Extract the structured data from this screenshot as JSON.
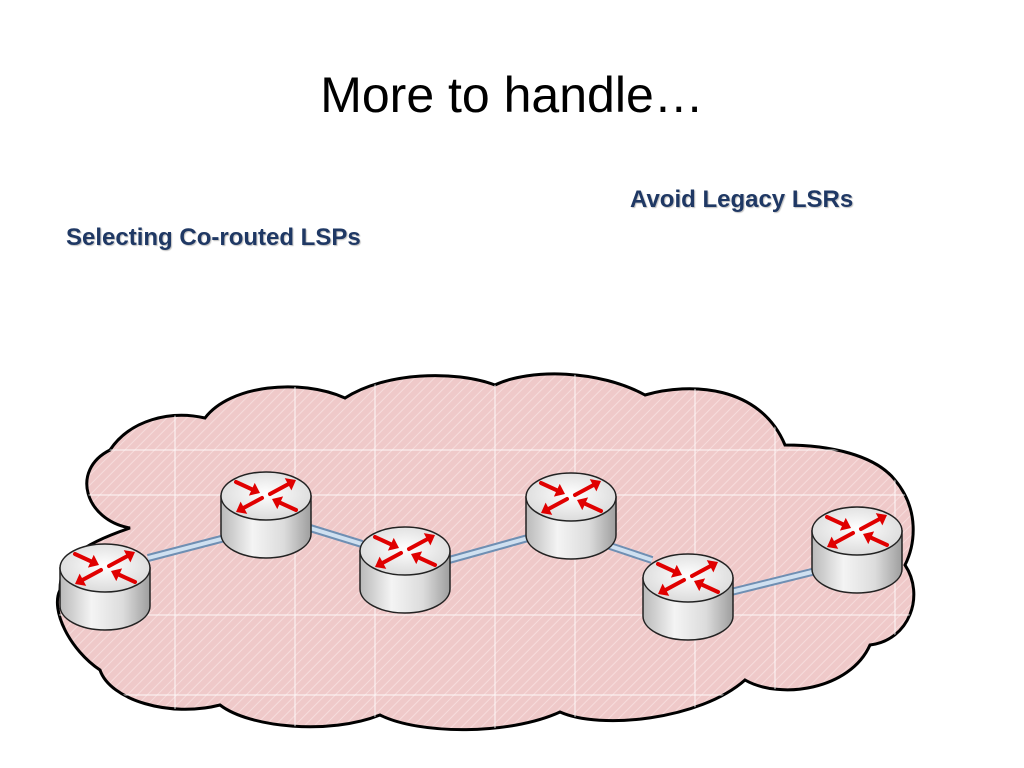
{
  "slide": {
    "title": "More to handle…"
  },
  "annotations": {
    "avoid_legacy": "Avoid Legacy LSRs",
    "co_routed": "Selecting Co-routed LSPs"
  },
  "network": {
    "cloud_fill": "#efc9c9",
    "cloud_stroke": "#000000",
    "router_arrow_color": "#e00000",
    "link_color": "#a9c3dc",
    "routers": [
      "router-1",
      "router-2",
      "router-3",
      "router-4",
      "router-5",
      "router-6"
    ],
    "links": [
      [
        "router-1",
        "router-2"
      ],
      [
        "router-2",
        "router-3"
      ],
      [
        "router-3",
        "router-4"
      ],
      [
        "router-4",
        "router-5"
      ],
      [
        "router-5",
        "router-6"
      ]
    ]
  }
}
